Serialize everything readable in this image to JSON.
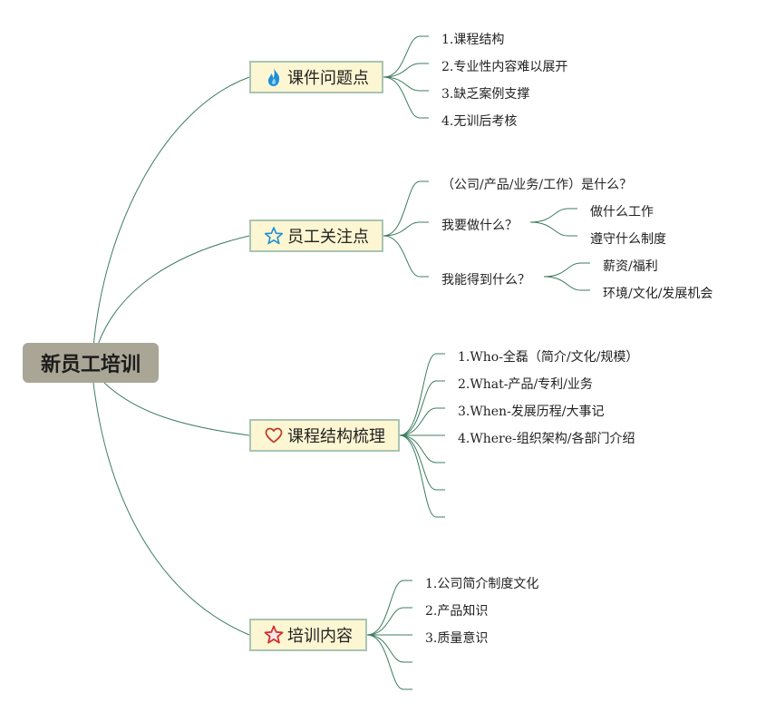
{
  "root": {
    "label": "新员工培训"
  },
  "colors": {
    "line": "#3d7d60",
    "root_bg": "#a9a696",
    "branch_bg": "#fdf6d2",
    "branch_border": "#a9c4b4"
  },
  "branches": [
    {
      "label": "课件问题点",
      "icon": "fire-icon",
      "items": [
        "1.课程结构",
        "2.专业性内容难以展开",
        "3.缺乏案例支撑",
        "4.无训后考核"
      ]
    },
    {
      "label": "员工关注点",
      "icon": "star-outline-icon",
      "items": [
        {
          "label": "（公司/产品/业务/工作）是什么？"
        },
        {
          "label": "我要做什么？",
          "children": [
            "做什么工作",
            "遵守什么制度"
          ]
        },
        {
          "label": "我能得到什么？",
          "children": [
            "薪资/福利",
            "环境/文化/发展机会"
          ]
        }
      ]
    },
    {
      "label": "课程结构梳理",
      "icon": "heart-outline-icon",
      "items": [
        "1.Who-全磊（简介/文化/规模）",
        "2.What-产品/专利/业务",
        "3.When-发展历程/大事记",
        "4.Where-组织架构/各部门介绍",
        "",
        "",
        ""
      ]
    },
    {
      "label": "培训内容",
      "icon": "star-red-icon",
      "items": [
        "1.公司简介制度文化",
        "2.产品知识",
        "3.质量意识",
        "",
        ""
      ]
    }
  ]
}
